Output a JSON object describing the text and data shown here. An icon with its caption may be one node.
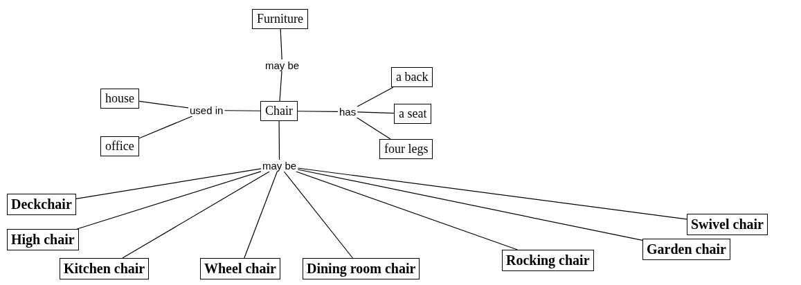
{
  "diagram": {
    "nodes": [
      {
        "text": [
          "Furniture"
        ]
      },
      {
        "text": [
          "may be"
        ]
      },
      {
        "text": [
          "a back"
        ]
      },
      {
        "text": [
          "house"
        ]
      },
      {
        "text": [
          "used in"
        ]
      },
      {
        "text": [
          "Chair"
        ]
      },
      {
        "text": [
          "has"
        ]
      },
      {
        "text": [
          "a seat"
        ]
      },
      {
        "text": [
          "office"
        ]
      },
      {
        "text": [
          "four legs"
        ]
      },
      {
        "text": [
          "may be"
        ]
      },
      {
        "text": [
          "Deckchair"
        ]
      },
      {
        "text": [
          "Swivel chair"
        ]
      },
      {
        "text": [
          "High chair"
        ]
      },
      {
        "text": [
          "Garden chair"
        ]
      },
      {
        "text": [
          "Kitchen chair"
        ]
      },
      {
        "text": [
          "Wheel chair"
        ]
      },
      {
        "text": [
          "Dining room chair"
        ]
      },
      {
        "text": [
          "Rocking chair"
        ]
      }
    ],
    "edges": [
      {
        "from": 0,
        "to": 1,
        "arrow": "none"
      },
      {
        "from": 1,
        "to": 5,
        "arrow": "none"
      },
      {
        "from": 3,
        "to": 4,
        "arrow": "none"
      },
      {
        "from": 8,
        "to": 4,
        "arrow": "none"
      },
      {
        "from": 4,
        "to": 5,
        "arrow": "none"
      },
      {
        "from": 5,
        "to": 6,
        "arrow": "none"
      },
      {
        "from": 6,
        "to": 2,
        "arrow": "none"
      },
      {
        "from": 6,
        "to": 7,
        "arrow": "none"
      },
      {
        "from": 6,
        "to": 9,
        "arrow": "none"
      },
      {
        "from": 5,
        "to": 10,
        "arrow": "none"
      },
      {
        "from": 10,
        "to": 11,
        "arrow": "none"
      },
      {
        "from": 10,
        "to": 13,
        "arrow": "none"
      },
      {
        "from": 10,
        "to": 15,
        "arrow": "none"
      },
      {
        "from": 10,
        "to": 16,
        "arrow": "none"
      },
      {
        "from": 10,
        "to": 17,
        "arrow": "none"
      },
      {
        "from": 10,
        "to": 18,
        "arrow": "none"
      },
      {
        "from": 10,
        "to": 14,
        "arrow": "none"
      },
      {
        "from": 10,
        "to": 12,
        "arrow": "none"
      }
    ]
  }
}
